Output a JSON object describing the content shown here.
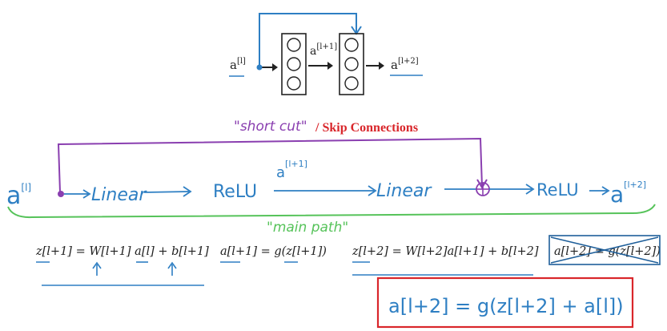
{
  "top_diagram": {
    "input_label_base": "a",
    "input_label_sup": "[l]",
    "mid_label_base": "a",
    "mid_label_sup": "[l+1]",
    "output_label_base": "a",
    "output_label_sup": "[l+2]"
  },
  "annotations": {
    "short_cut": "\"short cut\"",
    "skip_connections": "/ Skip Connections",
    "main_path": "\"main path\""
  },
  "path": {
    "start_base": "a",
    "start_sup": "[l]",
    "linear1": "Linear",
    "relu1": "ReLU",
    "mid_base": "a",
    "mid_sup": "[l+1]",
    "linear2": "Linear",
    "relu2": "ReLU",
    "end_base": "a",
    "end_sup": "[l+2]"
  },
  "equations": {
    "eq1": "z[l+1] = W[l+1] a[l] + b[l+1]",
    "eq2": "a[l+1] = g(z[l+1])",
    "eq3": "z[l+2] = W[l+2]a[l+1] + b[l+2]",
    "eq4": "a[l+2] = g(z[l+2])",
    "boxed_result": "a[l+2] = g(z[l+2] + a[l])"
  },
  "colors": {
    "blue": "#2e7fc3",
    "blue_dark": "#1f5f9a",
    "purple": "#8a3fb0",
    "green": "#56c35a",
    "red": "#d9262b",
    "black": "#222222"
  }
}
